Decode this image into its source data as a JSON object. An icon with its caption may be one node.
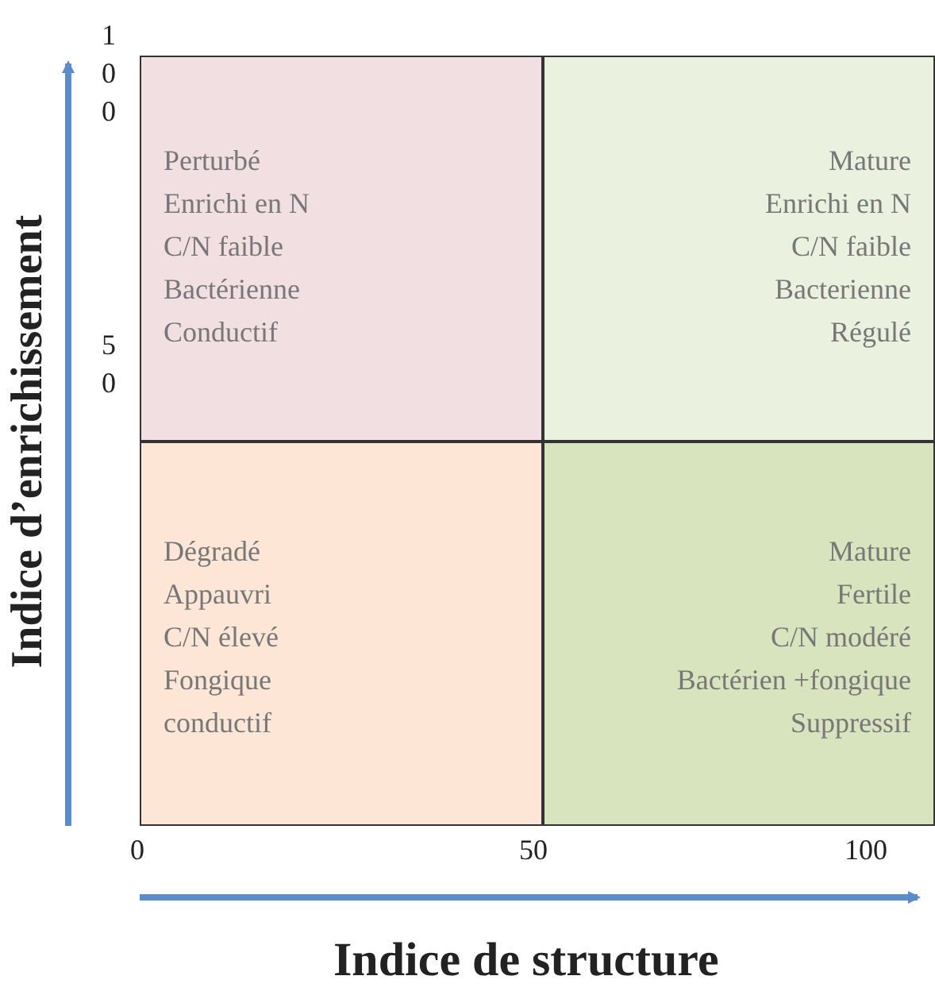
{
  "diagram": {
    "nodes": [
      {
        "text": [
          "Perturbé",
          "Enrichi en N",
          "C/N faible",
          "Bactérienne",
          "Conductif"
        ]
      },
      {
        "text": [
          "Mature",
          "Enrichi en  N",
          "C/N faible",
          "Bacterienne",
          "Régulé"
        ]
      },
      {
        "text": [
          "Dégradé",
          "Appauvri",
          "C/N élevé",
          "Fongique",
          "conductif"
        ]
      },
      {
        "text": [
          "Mature",
          "Fertile",
          "C/N modéré",
          "Bactérien +fongique",
          "Suppressif"
        ]
      }
    ],
    "labels": [
      "100",
      "50",
      "Indice d’enrichissement",
      "0",
      "50",
      "100",
      "Indice de structure"
    ]
  }
}
